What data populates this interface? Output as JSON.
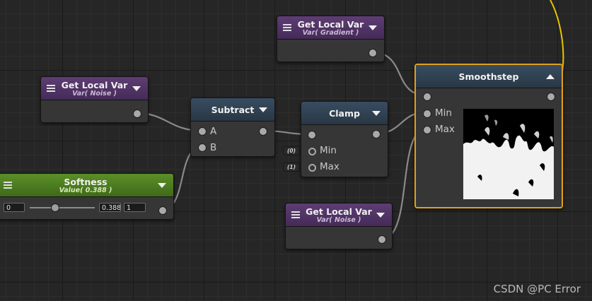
{
  "nodes": {
    "get_gradient": {
      "title": "Get Local Var",
      "subtitle": "Var( Gradient )"
    },
    "get_noise_left": {
      "title": "Get Local Var",
      "subtitle": "Var( Noise )"
    },
    "get_noise_bottom": {
      "title": "Get Local Var",
      "subtitle": "Var( Noise )"
    },
    "subtract": {
      "title": "Subtract",
      "inputs": [
        "A",
        "B"
      ]
    },
    "clamp": {
      "title": "Clamp",
      "inputs": [
        "Min",
        "Max"
      ],
      "default_tags": [
        "(0)",
        "(1)"
      ]
    },
    "smoothstep": {
      "title": "Smoothstep",
      "inputs": [
        "Min",
        "Max"
      ]
    },
    "softness": {
      "title": "Softness",
      "subtitle": "Value( 0.388 )",
      "slider": {
        "min": "0",
        "value": "0.388",
        "max": "1",
        "value_fraction": 0.388
      }
    }
  },
  "watermark": "CSDN @PC Error",
  "colors": {
    "selected_border": "#e0a11c",
    "wire": "#8a8a8a",
    "highlight_wire": "#e6c400",
    "purple_header": "#5e3d74",
    "slate_header": "#384d61",
    "green_header": "#5b8f28"
  }
}
